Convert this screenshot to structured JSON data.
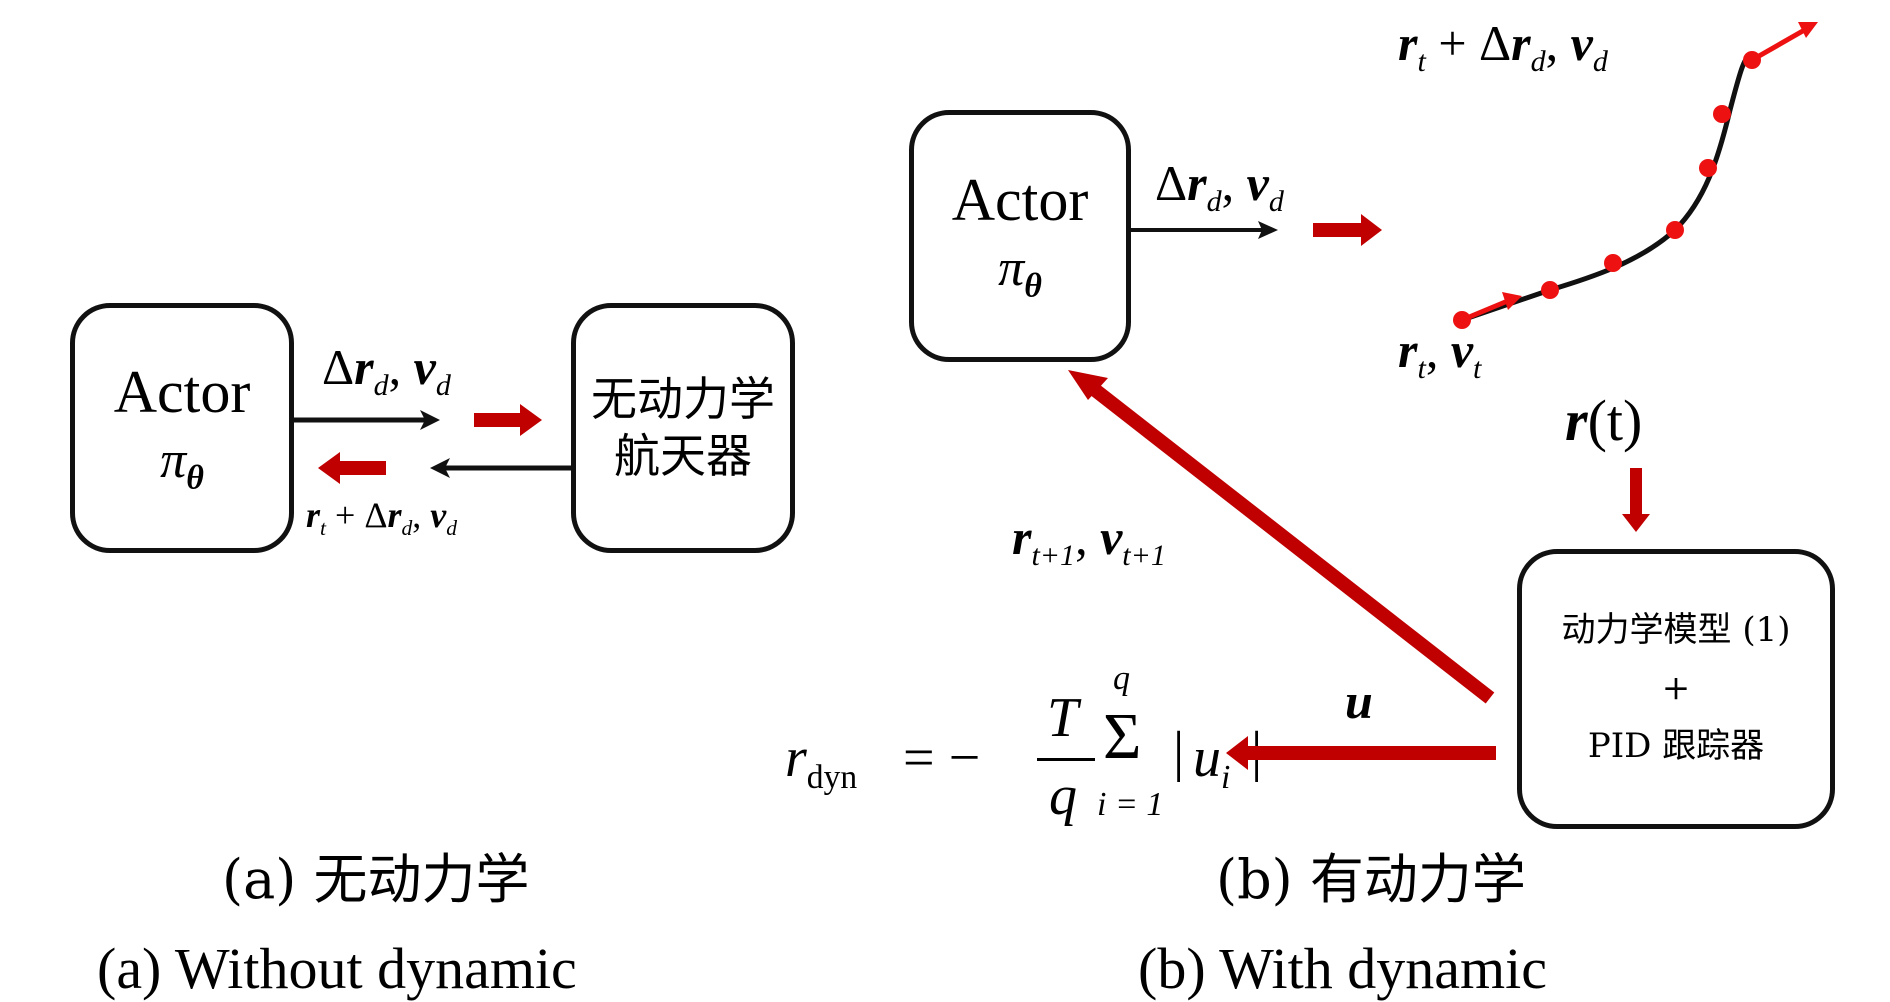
{
  "panel_a": {
    "actor_box": {
      "title": "Actor",
      "policy_symbol": "π",
      "policy_subscript": "θ"
    },
    "env_box": {
      "line1": "无动力学",
      "line2": "航天器"
    },
    "forward_label": {
      "prefix": "Δ",
      "r": "r",
      "r_sub": "d",
      "sep": ", ",
      "v": "v",
      "v_sub": "d"
    },
    "return_label": {
      "r": "r",
      "r_sub": "t",
      "plus": " + Δ",
      "r2": "r",
      "r2_sub": "d",
      "sep": ", ",
      "v": "v",
      "v_sub": "d"
    },
    "caption_cn": "(a) 无动力学",
    "caption_en": "(a) Without dynamic"
  },
  "panel_b": {
    "actor_box": {
      "title": "Actor",
      "policy_symbol": "π",
      "policy_subscript": "θ"
    },
    "model_box": {
      "line1": "动力学模型 (1)",
      "line2": "+",
      "line3": "PID 跟踪器"
    },
    "action_label": {
      "prefix": "Δ",
      "r": "r",
      "r_sub": "d",
      "sep": ", ",
      "v": "v",
      "v_sub": "d"
    },
    "trajectory_end_label": {
      "r": "r",
      "r_sub": "t",
      "plus": " + Δ",
      "r2": "r",
      "r2_sub": "d",
      "sep": ", ",
      "v": "v",
      "v_sub": "d"
    },
    "trajectory_start_label": {
      "r": "r",
      "r_sub": "t",
      "sep": ", ",
      "v": "v",
      "v_sub": "t"
    },
    "trajectory_label": {
      "r": "r",
      "arg": "(t)"
    },
    "feedback_label": {
      "r": "r",
      "r_sub": "t+1",
      "sep": ", ",
      "v": "v",
      "v_sub": "t+1"
    },
    "control_label": {
      "u": "u"
    },
    "reward_formula": {
      "lhs": "r",
      "lhs_sub": "dyn",
      "eq": " = −",
      "num": "T",
      "den": "q",
      "sum": "Σ",
      "sum_top": "q",
      "sum_bottom": "i = 1",
      "abs_open": "|",
      "u": "u",
      "u_sub": "i",
      "abs_close": "|"
    },
    "caption_cn": "(b) 有动力学",
    "caption_en": "(b) With dynamic"
  },
  "colors": {
    "arrow_red": "#c00000",
    "trajectory_dot": "#ee1111",
    "line_black": "#111111"
  }
}
